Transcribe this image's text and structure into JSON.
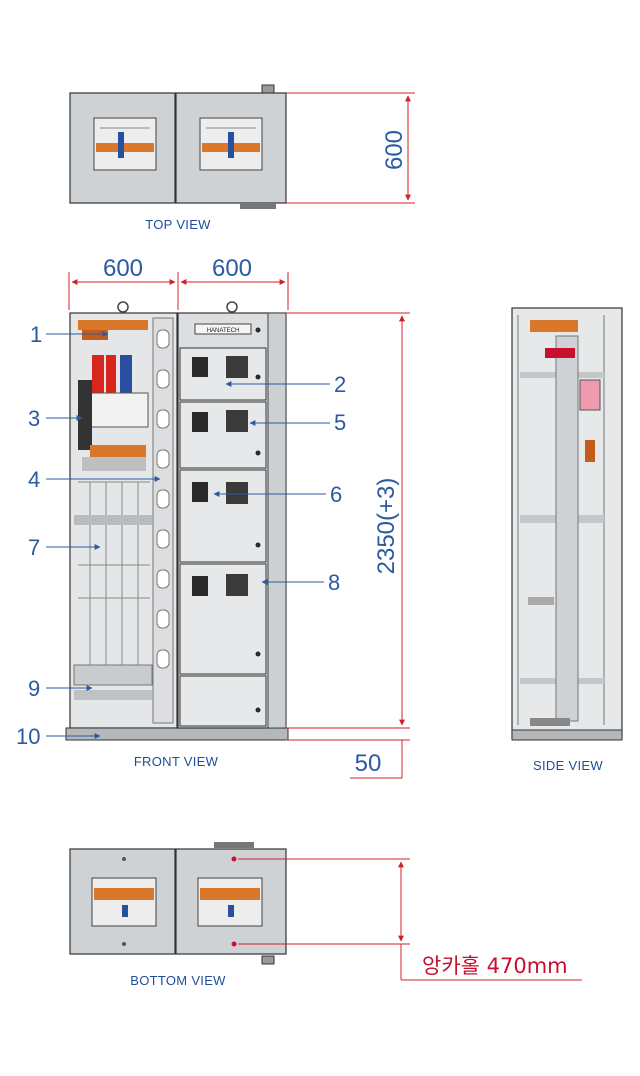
{
  "views": {
    "top": "TOP VIEW",
    "front": "FRONT VIEW",
    "side": "SIDE VIEW",
    "bottom": "BOTTOM VIEW"
  },
  "dimensions": {
    "top_depth": "600",
    "front_width_left": "600",
    "front_width_right": "600",
    "height": "2350(+3)",
    "base": "50",
    "anchor_holes": "앙카홀 470mm"
  },
  "callouts": [
    "1",
    "2",
    "3",
    "4",
    "5",
    "6",
    "7",
    "8",
    "9",
    "10"
  ],
  "brand_plate": "HANATECH",
  "colors": {
    "dimension_line": "#d0202a",
    "label_text": "#1f4e9c",
    "cabinet_fill": "#d4d6d8",
    "cabinet_stroke": "#3a3a3a",
    "busbar": "#d9782b"
  }
}
